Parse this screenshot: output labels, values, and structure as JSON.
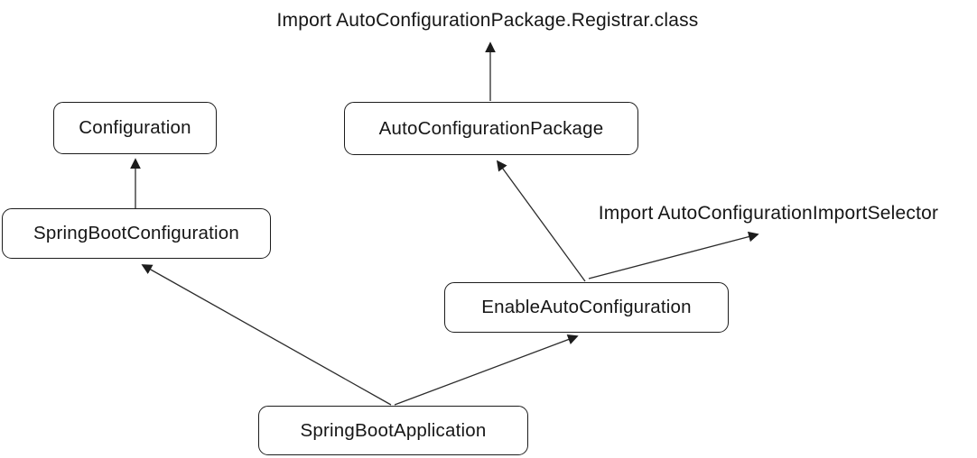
{
  "diagram": {
    "nodes": {
      "configuration": {
        "label": "Configuration"
      },
      "auto_configuration_package": {
        "label": "AutoConfigurationPackage"
      },
      "spring_boot_configuration": {
        "label": "SpringBootConfiguration"
      },
      "enable_auto_configuration": {
        "label": "EnableAutoConfiguration"
      },
      "spring_boot_application": {
        "label": "SpringBootApplication"
      }
    },
    "annotations": {
      "import_registrar": "Import AutoConfigurationPackage.Registrar.class",
      "import_selector": "Import AutoConfigurationImportSelector"
    },
    "edges": [
      {
        "from": "SpringBootConfiguration",
        "to": "Configuration"
      },
      {
        "from": "AutoConfigurationPackage",
        "to": "Import AutoConfigurationPackage.Registrar.class"
      },
      {
        "from": "EnableAutoConfiguration",
        "to": "AutoConfigurationPackage"
      },
      {
        "from": "EnableAutoConfiguration",
        "to": "Import AutoConfigurationImportSelector"
      },
      {
        "from": "SpringBootApplication",
        "to": "SpringBootConfiguration"
      },
      {
        "from": "SpringBootApplication",
        "to": "EnableAutoConfiguration"
      }
    ],
    "colors": {
      "background": "#ffffff",
      "box_border": "#1c1c1c",
      "text": "#161616",
      "line": "#2b2b2b"
    }
  }
}
